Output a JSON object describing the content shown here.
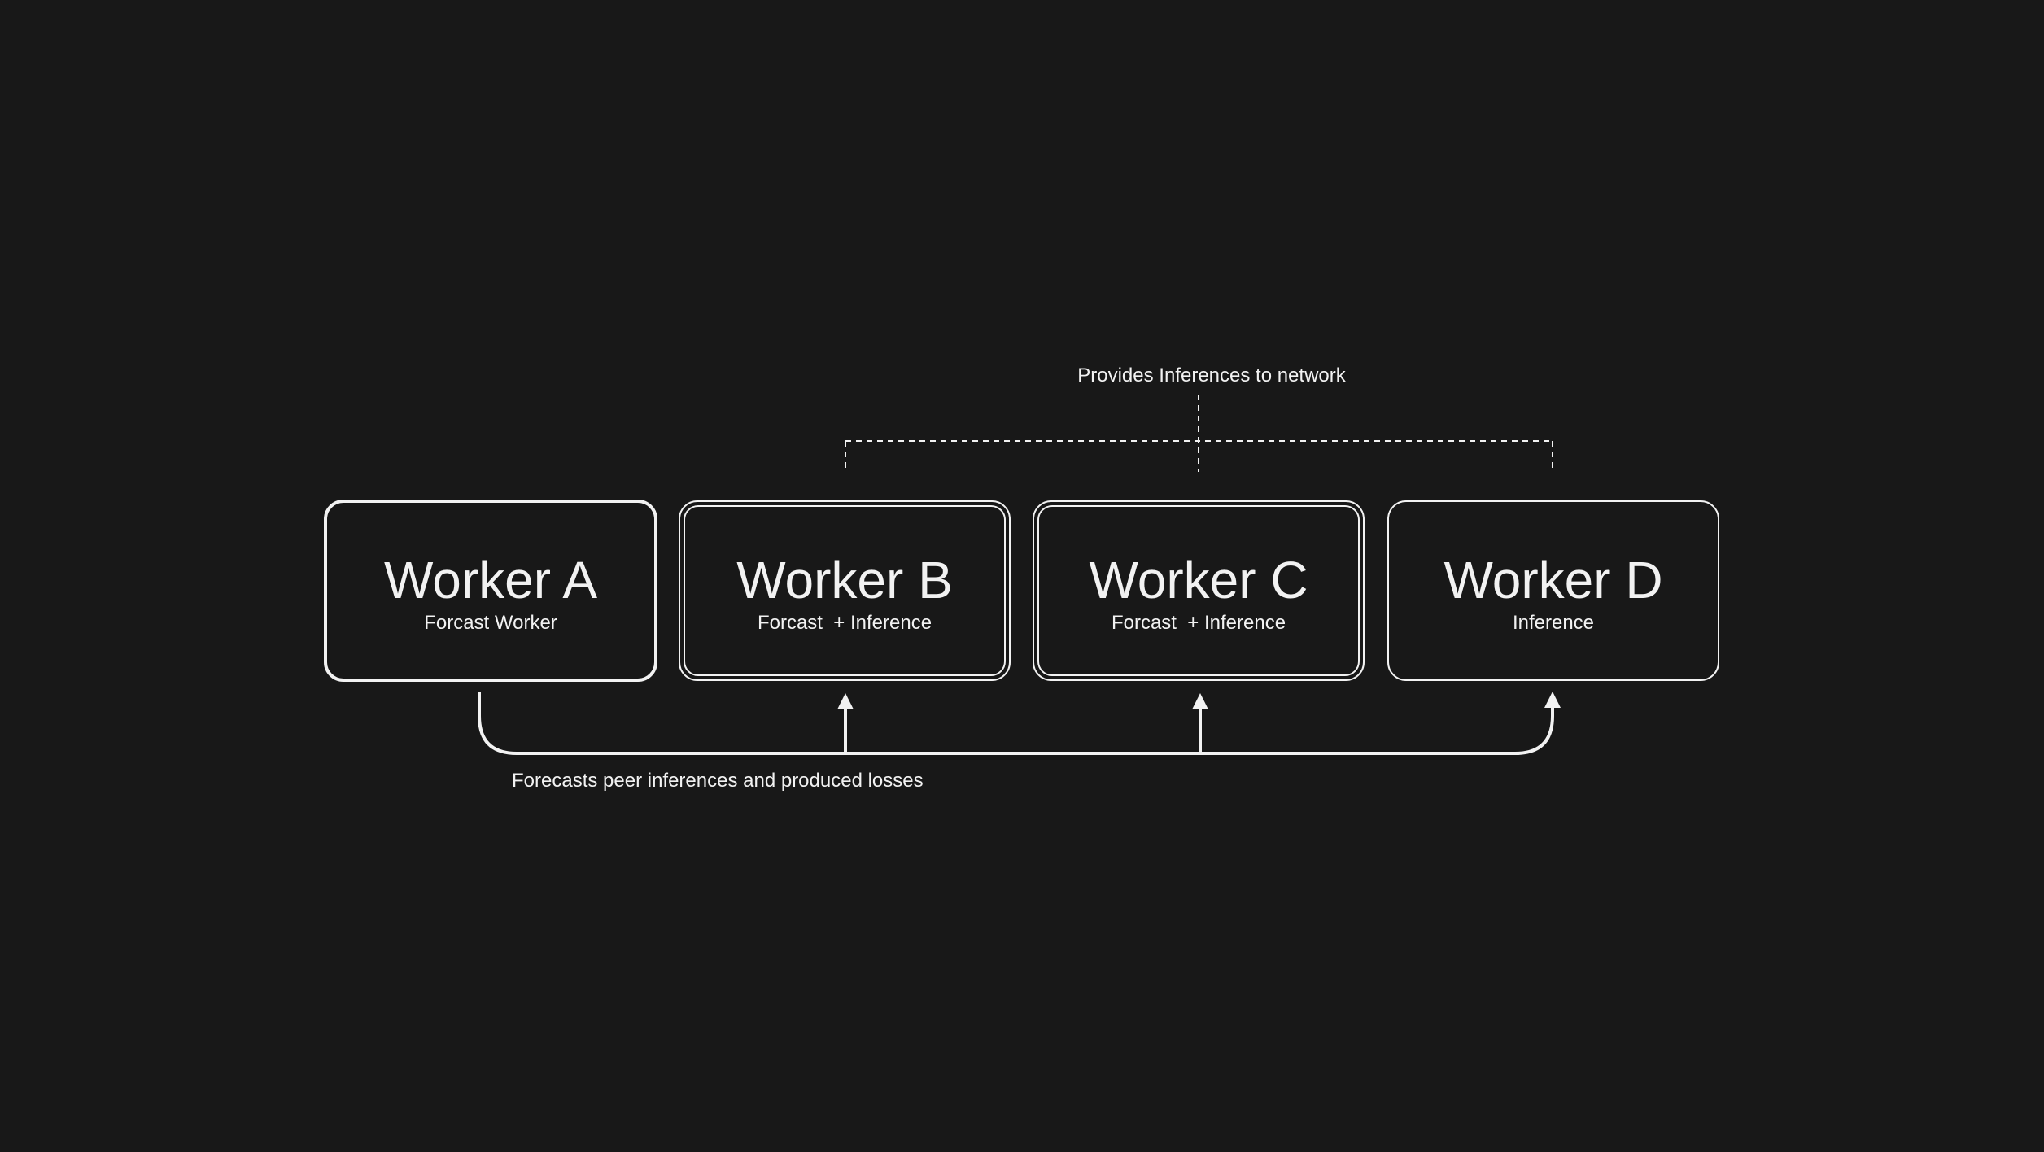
{
  "workers": [
    {
      "name": "Worker A",
      "role": "Forcast Worker"
    },
    {
      "name": "Worker B",
      "role": "Forcast  + Inference"
    },
    {
      "name": "Worker C",
      "role": "Forcast  + Inference"
    },
    {
      "name": "Worker D",
      "role": "Inference"
    }
  ],
  "top_label": "Provides Inferences to network",
  "bottom_label": "Forecasts peer inferences and produced losses",
  "colors": {
    "background": "#181818",
    "stroke": "#f2f2f2",
    "text": "#f2f2f2"
  }
}
